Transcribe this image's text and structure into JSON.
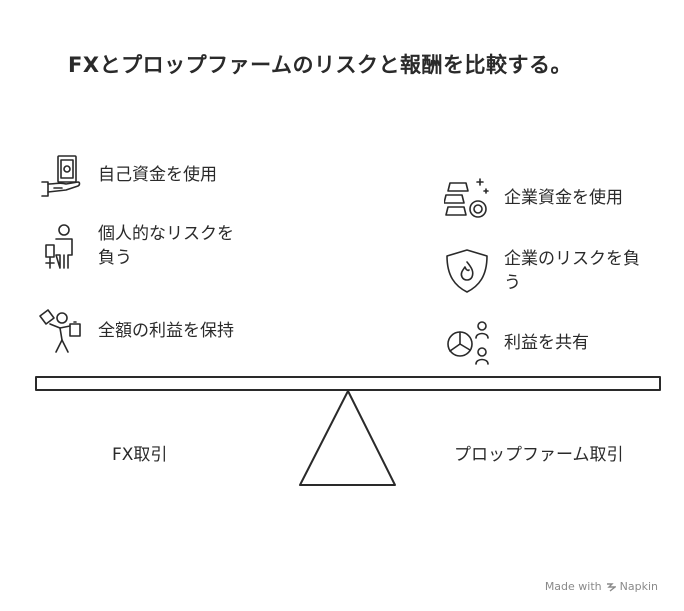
{
  "title": "FXとプロップファームのリスクと報酬を比較する。",
  "left": {
    "label": "FX取引",
    "items": [
      {
        "icon": "money-hand-icon",
        "label": "自己資金を使用"
      },
      {
        "icon": "person-money-icon",
        "label": "個人的なリスクを負う"
      },
      {
        "icon": "person-carrying-money-icon",
        "label": "全額の利益を保持"
      }
    ]
  },
  "right": {
    "label": "プロップファーム取引",
    "items": [
      {
        "icon": "gold-bars-coin-icon",
        "label": "企業資金を使用"
      },
      {
        "icon": "shield-flame-icon",
        "label": "企業のリスクを負う"
      },
      {
        "icon": "pie-chart-people-icon",
        "label": "利益を共有"
      }
    ]
  },
  "footer": {
    "made_with": "Made with",
    "brand": "Napkin"
  }
}
